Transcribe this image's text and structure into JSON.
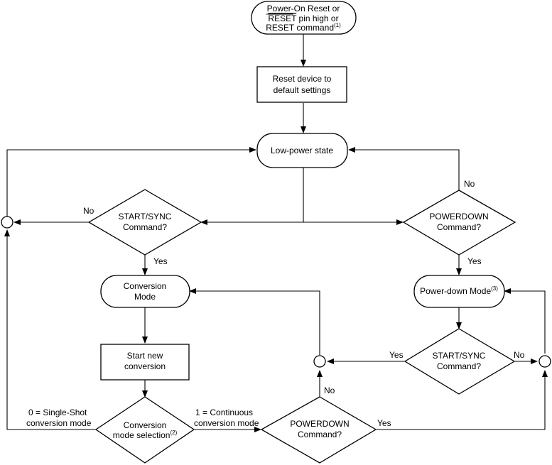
{
  "nodes": {
    "start": {
      "line1": "Power-On Reset or",
      "line2_overlined": "RESET",
      "line2_rest": " pin high or",
      "line3": "RESET command",
      "line3_note": "(1)"
    },
    "reset_device": {
      "line1": "Reset device to",
      "line2": "default settings"
    },
    "low_power": {
      "label": "Low-power state"
    },
    "start_sync_1": {
      "line1": "START/SYNC",
      "line2": "Command?"
    },
    "powerdown_1": {
      "line1": "POWERDOWN",
      "line2": "Command?"
    },
    "conversion_mode": {
      "line1": "Conversion",
      "line2": "Mode"
    },
    "powerdown_mode": {
      "label": "Power-down Mode",
      "note": "(3)"
    },
    "start_new": {
      "line1": "Start new",
      "line2": "conversion"
    },
    "start_sync_2": {
      "line1": "START/SYNC",
      "line2": "Command?"
    },
    "mode_select": {
      "line1": "Conversion",
      "line2": "mode selection",
      "line2_note": "(2)"
    },
    "powerdown_2": {
      "line1": "POWERDOWN",
      "line2": "Command?"
    }
  },
  "edge_labels": {
    "ss1_no": "No",
    "ss1_yes": "Yes",
    "pd1_no": "No",
    "pd1_yes": "Yes",
    "ss2_yes": "Yes",
    "ss2_no": "No",
    "pd2_no": "No",
    "pd2_yes": "Yes",
    "single_shot_1": "0 = Single-Shot",
    "single_shot_2": "conversion mode",
    "continuous_1": "1 = Continuous",
    "continuous_2": "conversion mode"
  },
  "colors": {
    "stroke": "#000000",
    "fill": "#ffffff",
    "text": "#000000"
  }
}
